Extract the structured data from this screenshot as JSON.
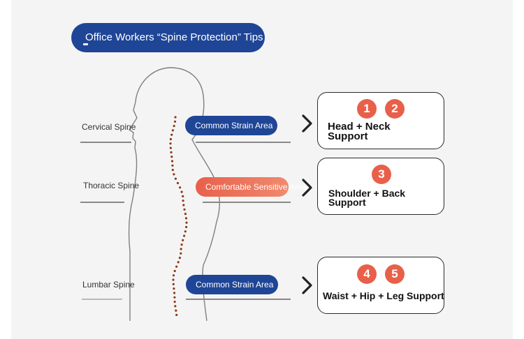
{
  "title": "Office Workers “Spine Protection” Tips",
  "regions": {
    "cervical": "Cervical Spine",
    "thoracic": "Thoracic Spine",
    "lumbar": "Lumbar Spine"
  },
  "areas": {
    "cervical": "Common Strain Area",
    "thoracic": "Comfortable Sensitive Area",
    "lumbar": "Common Strain Area"
  },
  "supports": {
    "head": {
      "badges": [
        "1",
        "2"
      ],
      "line1": "Head + Neck",
      "line2": "Support"
    },
    "shoulder": {
      "badges": [
        "3"
      ],
      "line1": "Shoulder + Back",
      "line2": "Support"
    },
    "waist": {
      "badges": [
        "4",
        "5"
      ],
      "line1": "Waist + Hip + Leg Support"
    }
  },
  "colors": {
    "navy": "#1f4596",
    "coral": "#e8604a",
    "spine_dots": "#8b3a1a"
  }
}
